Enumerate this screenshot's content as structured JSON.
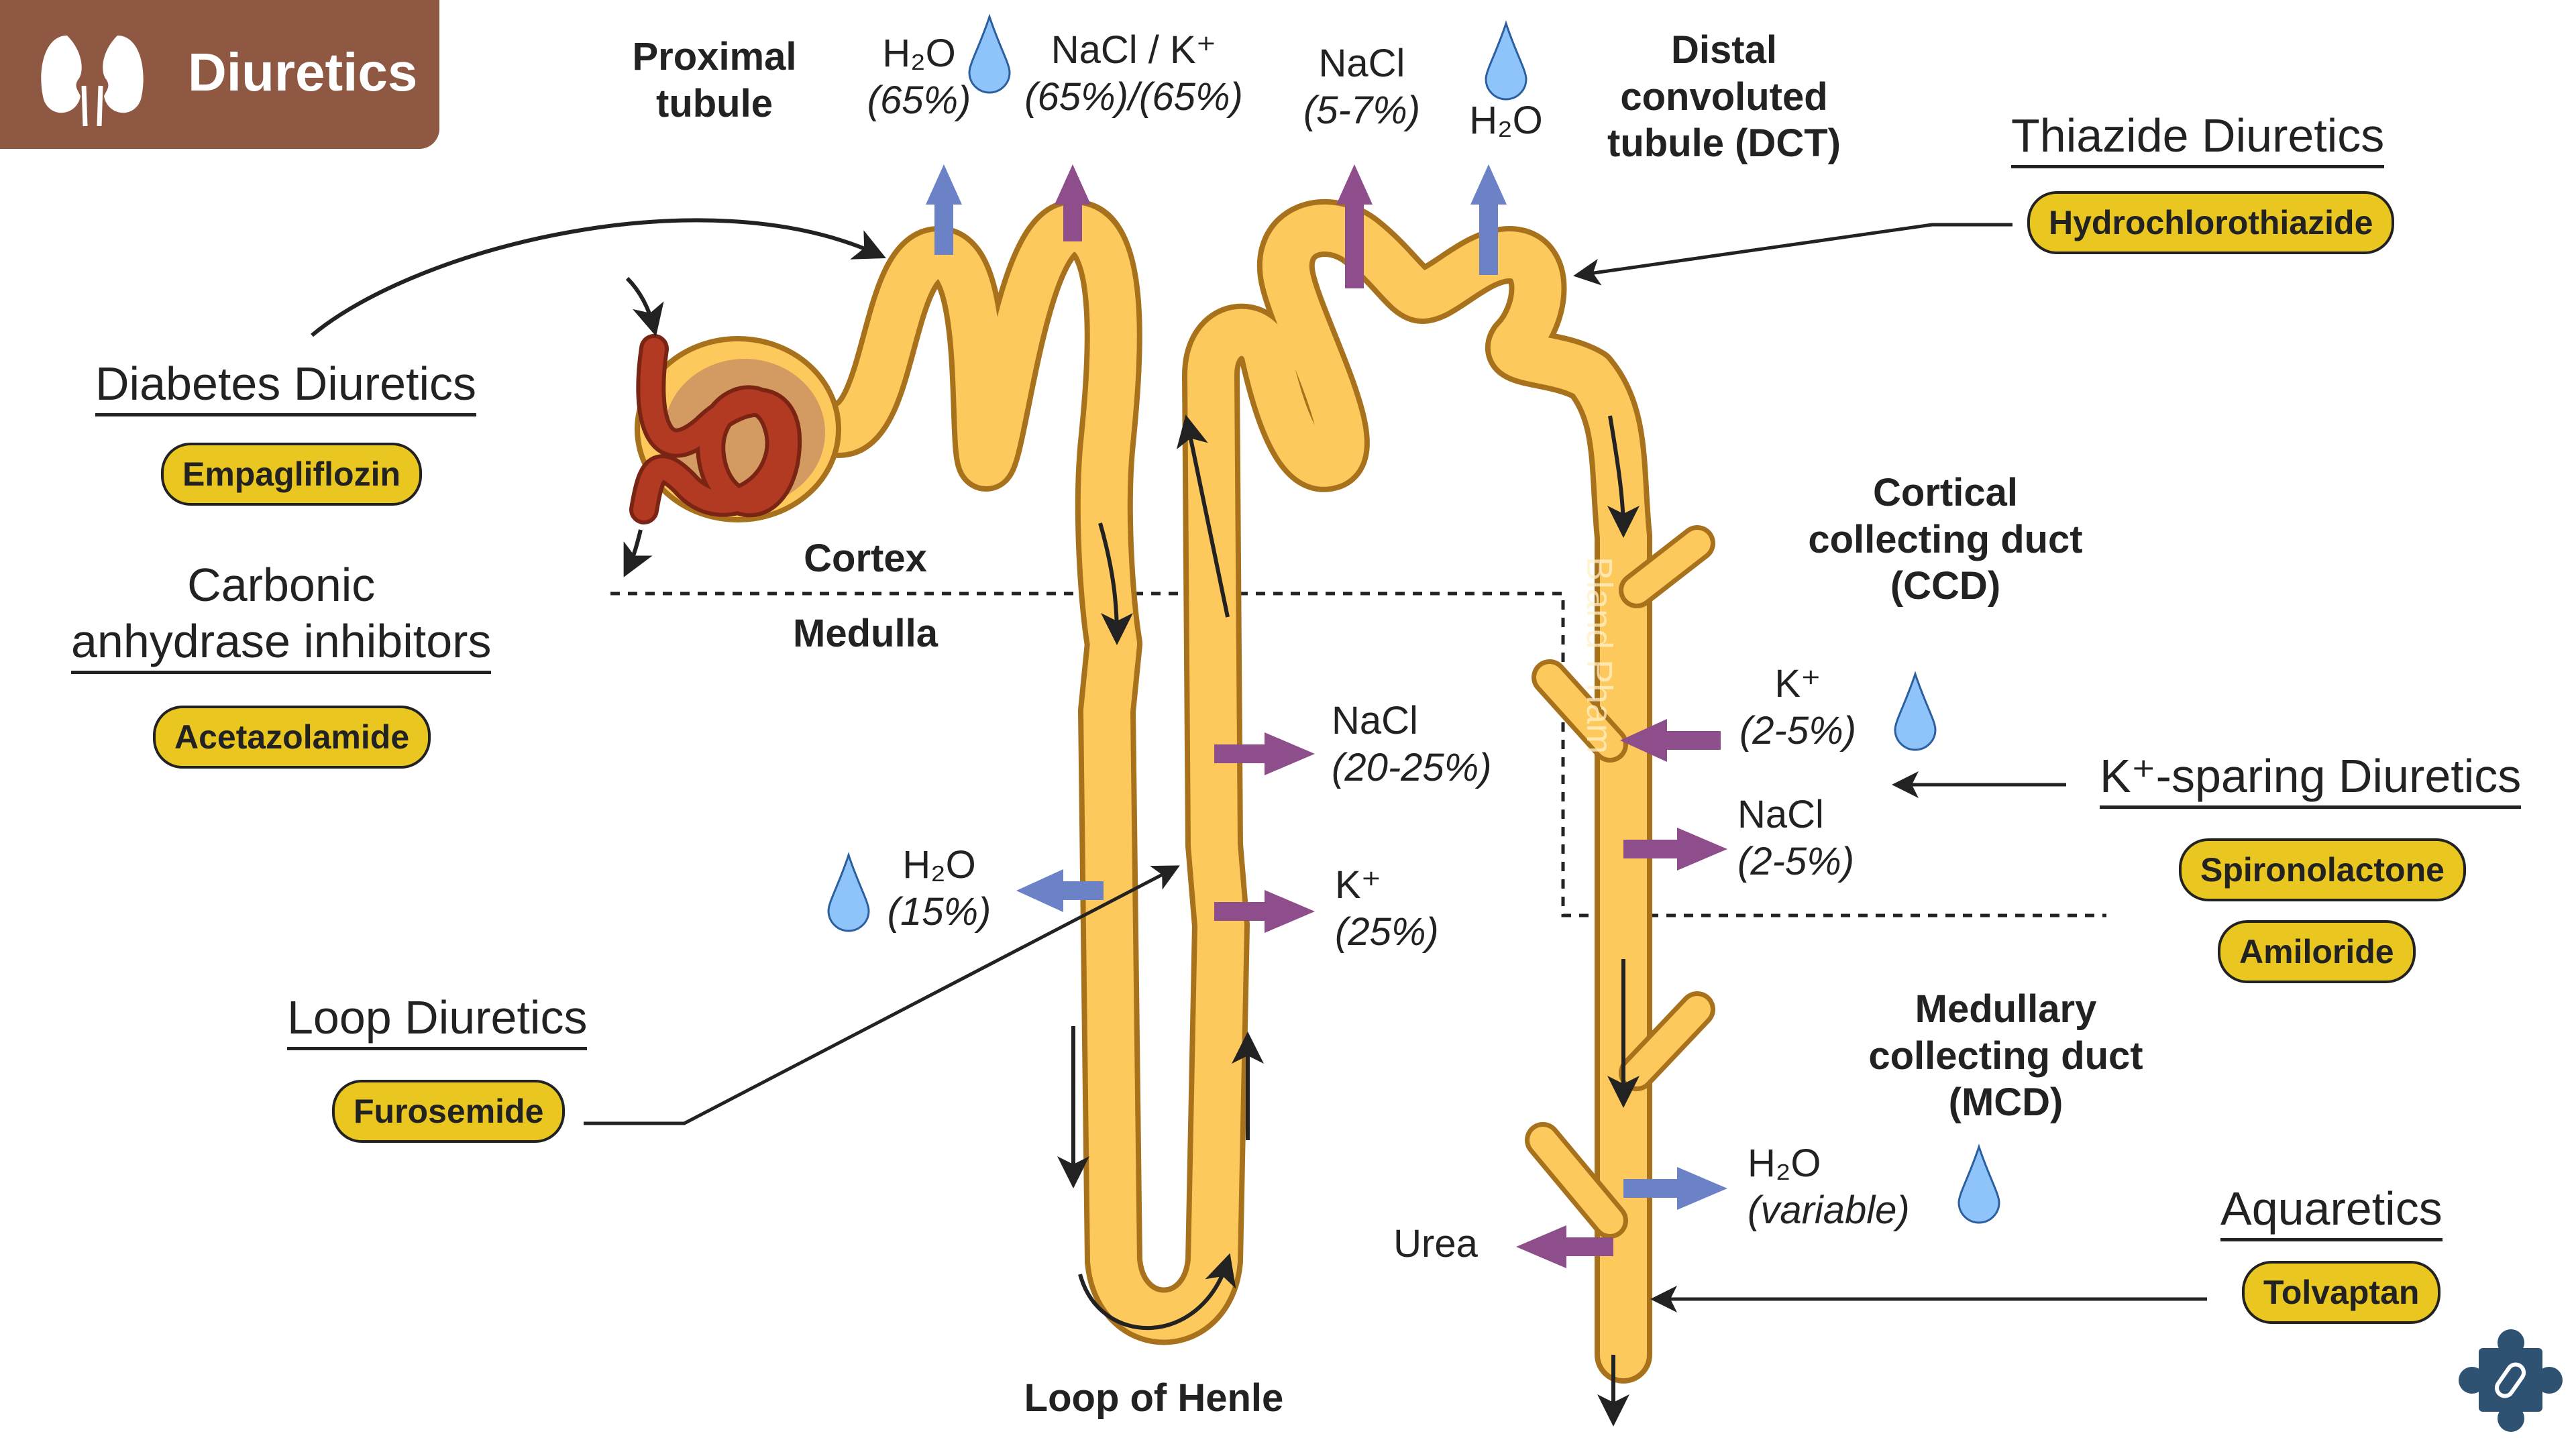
{
  "header": {
    "title": "Diuretics",
    "icon": "kidneys-icon"
  },
  "segments": {
    "proximal_tubule": "Proximal\ntubule",
    "dct": "Distal\nconvoluted\ntubule (DCT)",
    "ccd": "Cortical\ncollecting duct\n(CCD)",
    "mcd": "Medullary\ncollecting duct\n(MCD)",
    "loop_of_henle": "Loop of Henle",
    "cortex": "Cortex",
    "medulla": "Medulla"
  },
  "transport": {
    "pt_h2o": {
      "species": "H₂O",
      "amount": "(65%)"
    },
    "pt_nacl_k": {
      "species": "NaCl / K⁺",
      "amount": "(65%)/(65%)"
    },
    "dct_nacl": {
      "species": "NaCl",
      "amount": "(5-7%)"
    },
    "dct_h2o": {
      "species": "H₂O"
    },
    "loop_h2o": {
      "species": "H₂O",
      "amount": "(15%)"
    },
    "loop_nacl": {
      "species": "NaCl",
      "amount": "(20-25%)"
    },
    "loop_k": {
      "species": "K⁺",
      "amount": "(25%)"
    },
    "ccd_k": {
      "species": "K⁺",
      "amount": "(2-5%)"
    },
    "ccd_nacl": {
      "species": "NaCl",
      "amount": "(2-5%)"
    },
    "mcd_h2o": {
      "species": "H₂O",
      "amount": "(variable)"
    },
    "mcd_urea": {
      "species": "Urea"
    }
  },
  "drug_classes": [
    {
      "id": "diabetes",
      "title": "Diabetes Diuretics",
      "drugs": [
        "Empagliflozin"
      ]
    },
    {
      "id": "carbonic",
      "title": "Carbonic\nanhydrase inhibitors",
      "drugs": [
        "Acetazolamide"
      ]
    },
    {
      "id": "loop",
      "title": "Loop Diuretics",
      "drugs": [
        "Furosemide"
      ]
    },
    {
      "id": "thiazide",
      "title": "Thiazide Diuretics",
      "drugs": [
        "Hydrochlorothiazide"
      ]
    },
    {
      "id": "ksparing",
      "title": "K⁺-sparing Diuretics",
      "drugs": [
        "Spironolactone",
        "Amiloride"
      ]
    },
    {
      "id": "aquaretics",
      "title": "Aquaretics",
      "drugs": [
        "Tolvaptan"
      ]
    }
  ],
  "watermark": "Bland Pham",
  "colors": {
    "banner": "#8f5843",
    "tubule_fill": "#fdc95c",
    "tubule_stroke": "#a8711c",
    "glomerulus": "#b33a22",
    "drug_pill": "#e9c620",
    "water_arrow": "#6b83c6",
    "solute_arrow": "#8e4d8b",
    "water_drop": "#8fc4fb",
    "logo": "#2f5272"
  }
}
